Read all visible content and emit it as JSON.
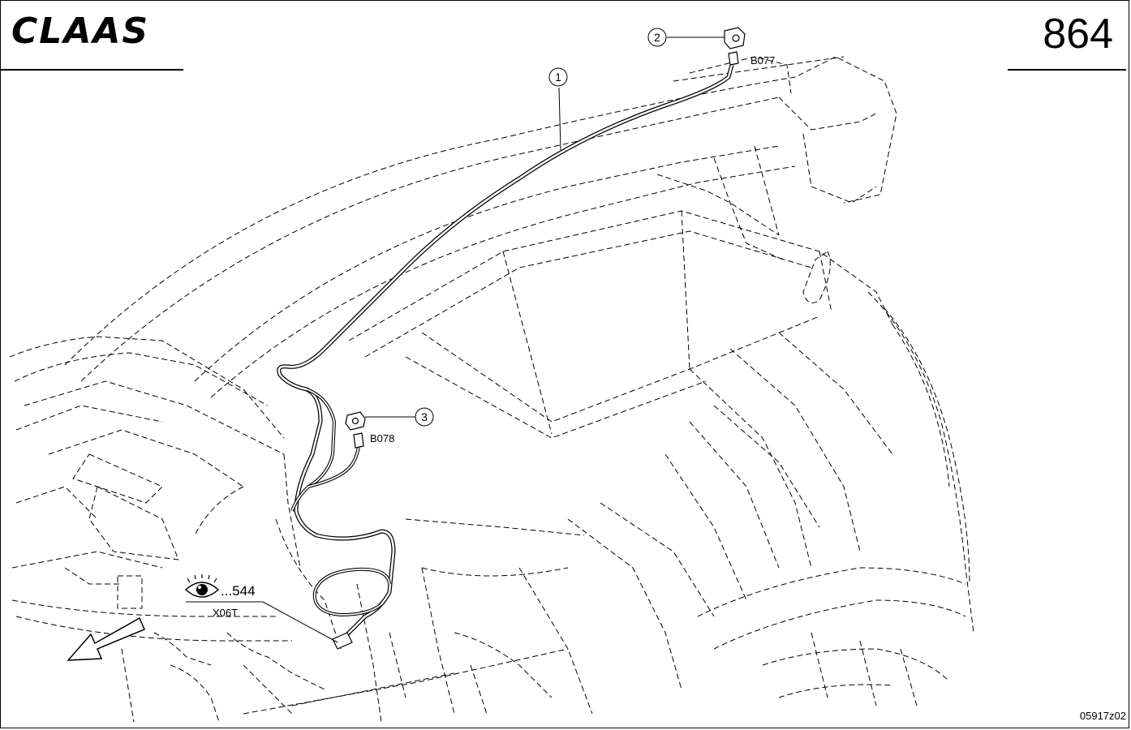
{
  "header": {
    "brand": "CLAAS",
    "page_number": "864"
  },
  "callouts": [
    {
      "number": "1"
    },
    {
      "number": "2",
      "label": "B077"
    },
    {
      "number": "3",
      "label": "B078"
    }
  ],
  "reference": {
    "icon": "eye-icon",
    "page": "...544",
    "connector": "X06T"
  },
  "footer": {
    "drawing_id": "05917z02"
  },
  "colors": {
    "line": "#000000",
    "background": "#ffffff"
  }
}
